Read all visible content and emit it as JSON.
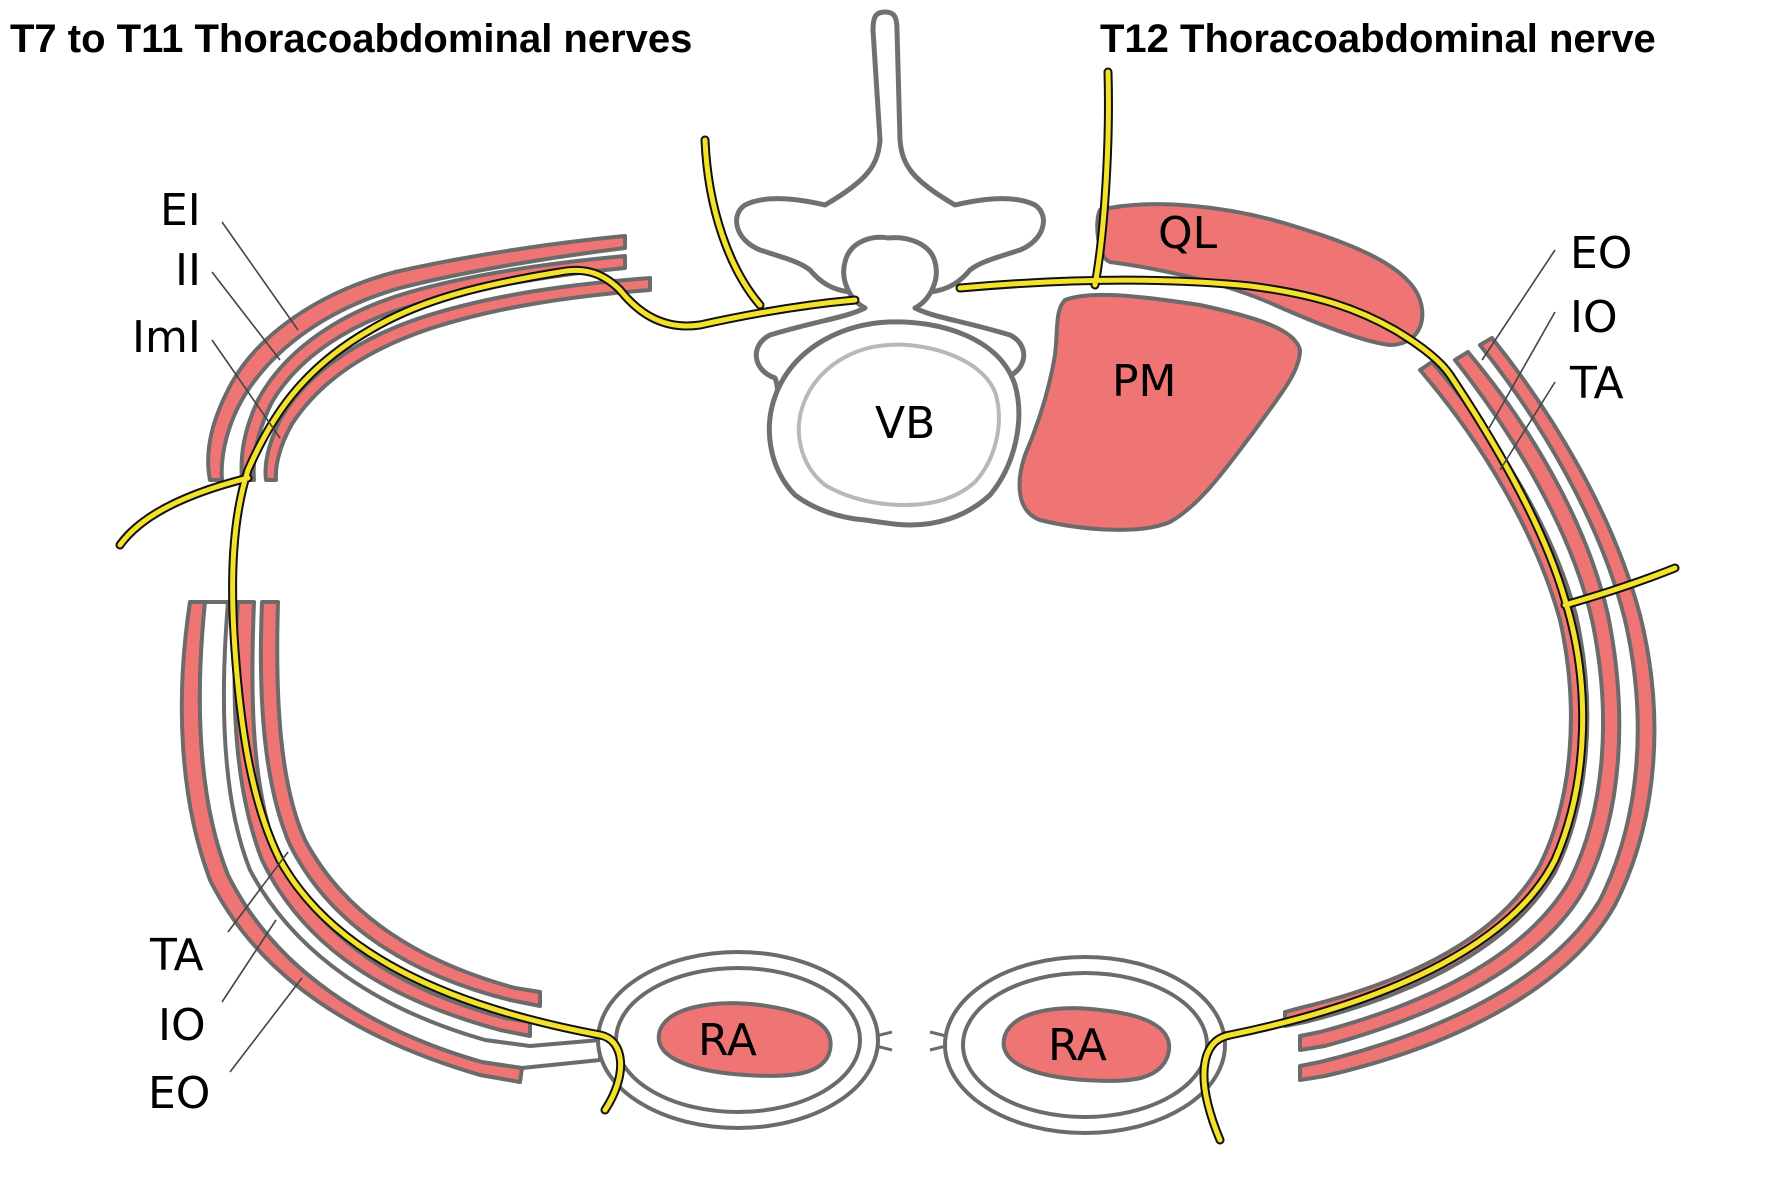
{
  "titles": {
    "left": "T7 to T11 Thoracoabdominal nerves",
    "right": "T12 Thoracoabdominal nerve"
  },
  "labels": {
    "ei": "EI",
    "ii": "II",
    "imi": "ImI",
    "ql": "QL",
    "pm": "PM",
    "vb": "VB",
    "eo_right": "EO",
    "io_right": "IO",
    "ta_right": "TA",
    "ta_left": "TA",
    "io_left": "IO",
    "eo_left": "EO",
    "ra_left": "RA",
    "ra_right": "RA"
  },
  "colors": {
    "muscle": "#ef7474",
    "nerve": "#f4e12a",
    "outline": "#6b6b6b"
  }
}
